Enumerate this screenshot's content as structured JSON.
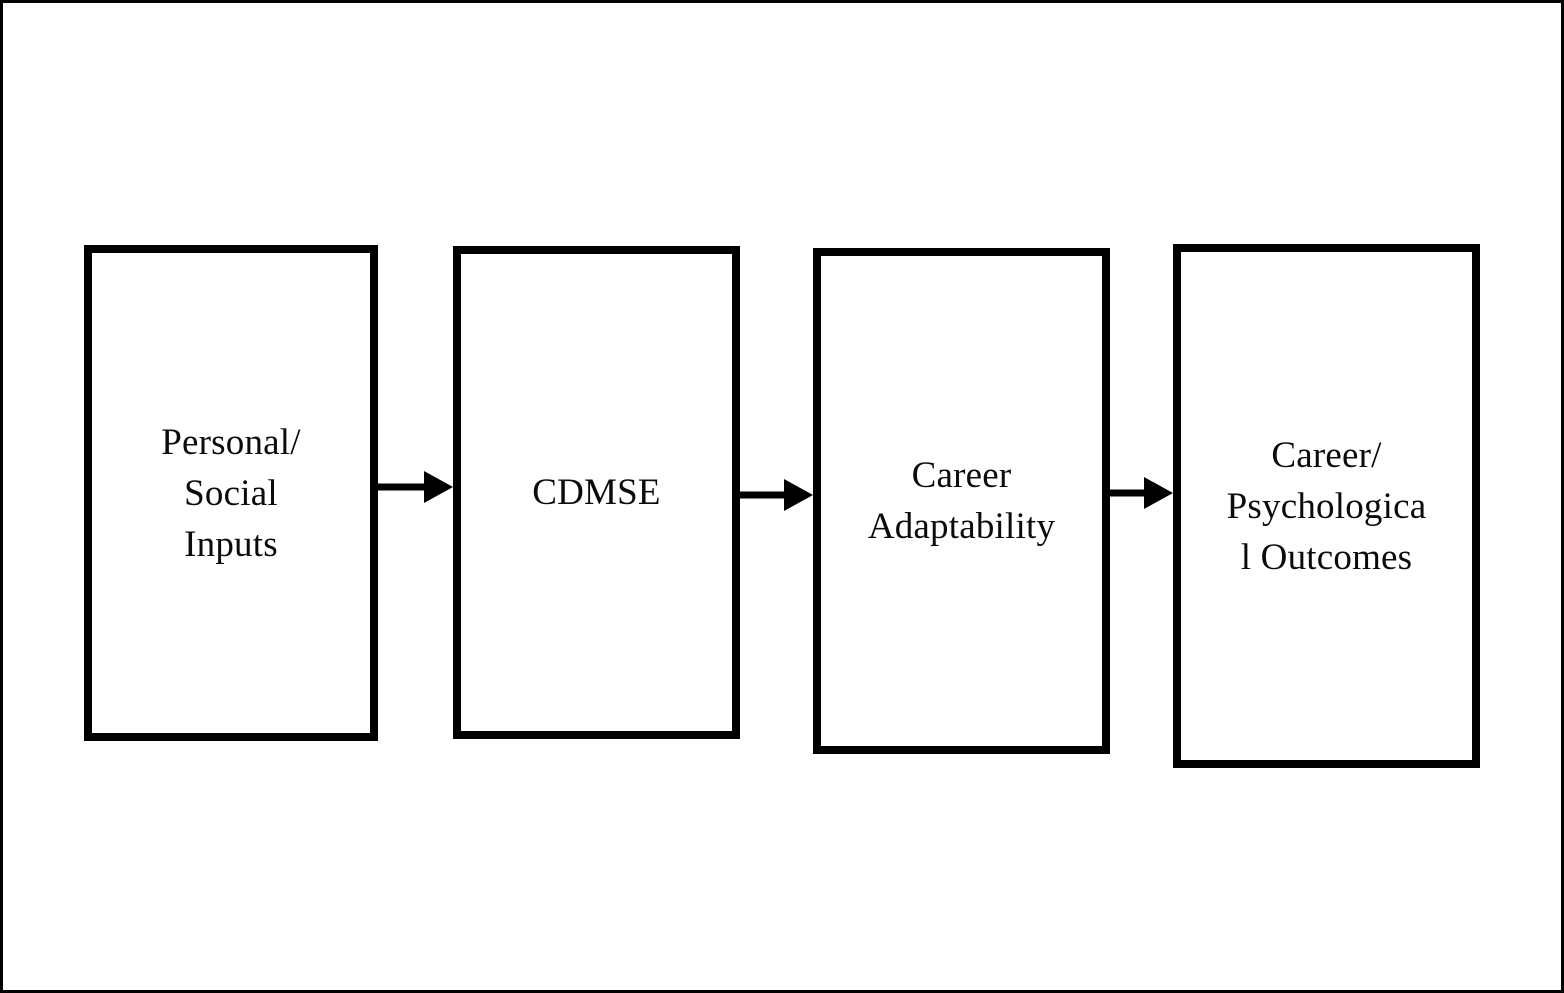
{
  "figure": {
    "type": "linear-process-flow",
    "frame": {
      "border_color": "#000000",
      "background": "#ffffff"
    },
    "node_border_color": "#000000",
    "text_color": "#0b0b0b",
    "arrow_color": "#000000",
    "nodes": [
      {
        "id": "personal-social-inputs",
        "label": "Personal/\nSocial\nInputs",
        "lines": [
          "Personal/",
          "Social",
          "Inputs"
        ]
      },
      {
        "id": "cdmse",
        "label": "CDMSE",
        "lines": [
          "CDMSE"
        ]
      },
      {
        "id": "career-adaptability",
        "label": "Career\nAdaptability",
        "lines": [
          "Career",
          "Adaptability"
        ]
      },
      {
        "id": "career-psychological-outcomes",
        "label": "Career/\nPsychologica\nl Outcomes",
        "lines": [
          "Career/",
          "Psychologica",
          "l Outcomes"
        ]
      }
    ],
    "arrows": [
      {
        "id": "arrow-inputs-to-cdmse",
        "from": "personal-social-inputs",
        "to": "cdmse",
        "style": "solid-filled-head"
      },
      {
        "id": "arrow-cdmse-to-adaptability",
        "from": "cdmse",
        "to": "career-adaptability",
        "style": "solid-filled-head"
      },
      {
        "id": "arrow-adaptability-to-outcomes",
        "from": "career-adaptability",
        "to": "career-psychological-outcomes",
        "style": "solid-filled-head"
      }
    ]
  }
}
